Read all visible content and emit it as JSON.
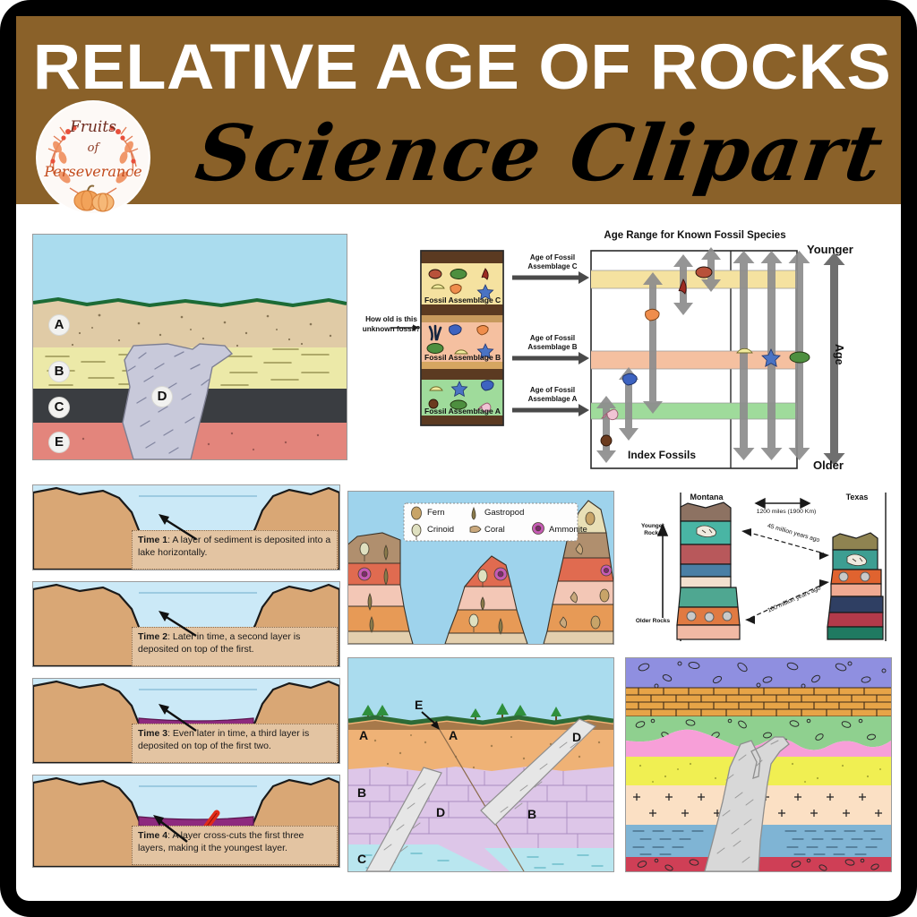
{
  "header": {
    "title": "RELATIVE AGE OF ROCKS",
    "script_title": "Science Clipart",
    "brand_badge": {
      "line1": "Fruits",
      "line2": "of",
      "line3": "Perseverance",
      "icon": "wreath-pumpkin-logo"
    },
    "band_color": "#8a6129",
    "title_color": "#ffffff"
  },
  "panels": {
    "rock_layers": {
      "name": "Rock Layers Cross Section",
      "labels": [
        "A",
        "B",
        "C",
        "D",
        "E"
      ],
      "layer_colors": {
        "sky": "#aadcee",
        "grass": "#1c6b36",
        "A_sandstone": "#e0cba6",
        "B_shale": "#ece9a8",
        "C_coal": "#3a3d41",
        "E_redbed": "#e3857c",
        "D_intrusion": "#c8c9da"
      }
    },
    "fossil_assemblage": {
      "question": "How old is this unknown fossil?",
      "column_labels": [
        "Fossil Assemblage C",
        "Fossil Assemblage B",
        "Fossil Assemblage A"
      ],
      "arrow_labels": [
        "Age of Fossil Assemblage C",
        "Age of Fossil Assemblage B",
        "Age of Fossil Assemblage A"
      ],
      "chart_title": "Age Range for Known Fossil Species",
      "chart_footer": "Index Fossils",
      "axis_top": "Younger",
      "axis_mid": "Age",
      "axis_bottom": "Older",
      "band_colors": {
        "C": "#f5e2a0",
        "B": "#f5c0a0",
        "A": "#9fdb9b",
        "rock_dark": "#5b3a21",
        "rock_tan": "#c79a5d"
      }
    },
    "time_steps": [
      {
        "step": "Time 1",
        "text": "Time 1: A layer of sediment is deposited into a lake horizontally.",
        "bold_prefix": "Time 1",
        "rest": ": A layer of sediment is deposited into a lake horizontally."
      },
      {
        "step": "Time 2",
        "text": "Time 2: Later in time, a second layer is deposited on top of the first.",
        "bold_prefix": "Time 2",
        "rest": ": Later in time, a second layer is deposited on top of the first."
      },
      {
        "step": "Time 3",
        "text": "Time 3: Even later in time, a third layer is deposited on top of the first two.",
        "bold_prefix": "Time 3",
        "rest": ": Even later in time, a third layer is deposited on top of the first two."
      },
      {
        "step": "Time 4",
        "text": "Time 4: A layer cross-cuts the first three layers, making it the youngest layer.",
        "bold_prefix": "Time 4",
        "rest": ": A layer cross-cuts the first three layers, making it the youngest layer."
      }
    ],
    "fossil_outcrops": {
      "legend": [
        {
          "label": "Fern",
          "icon": "fern-fossil-icon",
          "color": "#c8a468"
        },
        {
          "label": "Gastropod",
          "icon": "gastropod-fossil-icon",
          "color": "#8a7a4a"
        },
        {
          "label": "Crinoid",
          "icon": "crinoid-fossil-icon",
          "color": "#dfe0c0"
        },
        {
          "label": "Coral",
          "icon": "coral-fossil-icon",
          "color": "#c9a87c"
        },
        {
          "label": "Ammonite",
          "icon": "ammonite-fossil-icon",
          "color": "#c55bb5"
        }
      ],
      "sky_color": "#9ed3ec"
    },
    "correlation": {
      "left_label": "Montana",
      "right_label": "Texas",
      "distance_label": "1200 miles (1900 Km)",
      "upper_age": "45 million years ago",
      "lower_age": "100 million years ago",
      "axis_top": "Younger Rocks",
      "axis_bottom": "Older Rocks"
    },
    "cross_cutting": {
      "labels": [
        "E",
        "A",
        "A",
        "D",
        "D",
        "B",
        "B",
        "C"
      ],
      "layer_colors": {
        "sky": "#aadcee",
        "grass": "#2d6b36",
        "A_sand": "#efb276",
        "B_limestone": "#ddc6e8",
        "C_water": "#b9e6ef",
        "D_dike": "#e6e6e6"
      }
    },
    "strata_stack": {
      "layer_colors": [
        "#8f8fe0",
        "#e7a447",
        "#8fd08f",
        "#f79fd8",
        "#f0ef52",
        "#fbe0c4",
        "#7fb4d4",
        "#cf3f56"
      ],
      "dike_color": "#d8d8d8"
    }
  }
}
